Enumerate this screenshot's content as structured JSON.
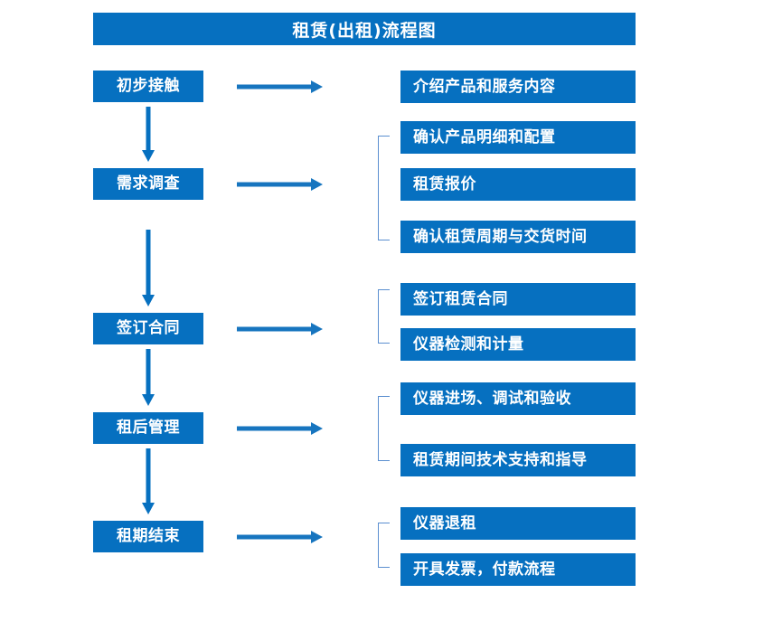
{
  "diagram": {
    "title": "租赁(出租)流程图",
    "accent_color": "#0670C0",
    "bracket_color": "#5B8FD0",
    "text_color": "#FFFFFF",
    "background_color": "#FFFFFF",
    "stages": [
      {
        "label": "初步接触",
        "details": [
          "介绍产品和服务内容"
        ]
      },
      {
        "label": "需求调查",
        "details": [
          "确认产品明细和配置",
          "租赁报价",
          "确认租赁周期与交货时间"
        ]
      },
      {
        "label": "签订合同",
        "details": [
          "签订租赁合同",
          "仪器检测和计量"
        ]
      },
      {
        "label": "租后管理",
        "details": [
          "仪器进场、调试和验收",
          "租赁期间技术支持和指导"
        ]
      },
      {
        "label": "租期结束",
        "details": [
          "仪器退租",
          "开具发票，付款流程"
        ]
      }
    ],
    "details_flat": [
      "介绍产品和服务内容",
      "确认产品明细和配置",
      "租赁报价",
      "确认租赁周期与交货时间",
      "签订租赁合同",
      "仪器检测和计量",
      "仪器进场、调试和验收",
      "租赁期间技术支持和指导",
      "仪器退租",
      "开具发票，付款流程"
    ],
    "icons": {
      "right_arrow": "right-arrow-icon",
      "down_arrow": "down-arrow-icon",
      "group_bracket": "group-bracket-icon"
    }
  }
}
